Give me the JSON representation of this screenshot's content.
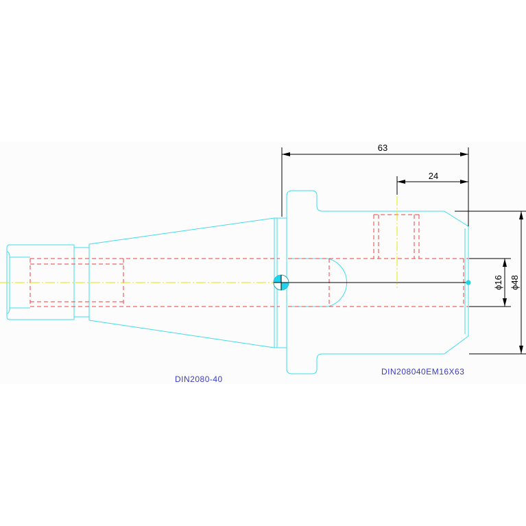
{
  "drawing": {
    "dimensions": {
      "length_total": "63",
      "length_screw": "24",
      "diameter_bore": "ϕ16",
      "diameter_body": "ϕ48"
    },
    "labels": {
      "taper": "DIN2080-40",
      "holder": "DIN208040EM16X63"
    }
  },
  "colors": {
    "outline": "#3fdcec",
    "hidden_lines": "#f04040",
    "centerline": "#e6e600",
    "dimensions": "#000000",
    "labels": "#3b3bc6"
  }
}
